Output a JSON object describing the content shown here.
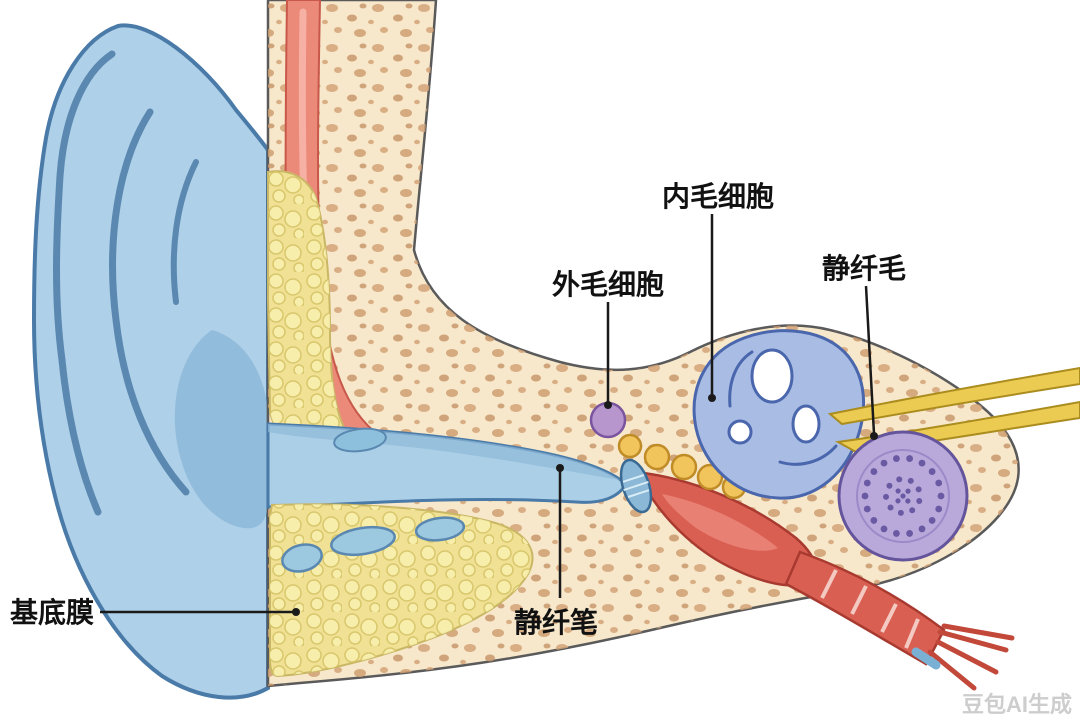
{
  "labels": {
    "inner_hair_cell": "内毛细胞",
    "outer_hair_cell": "外毛细胞",
    "stereocilia": "静纤毛",
    "basilar_membrane": "基底膜",
    "stereocilia_alt": "静纤笔"
  },
  "watermark": "豆包AI生成",
  "palette": {
    "skin_bone": "#F7E8CB",
    "bone_speckle": "#D4A478",
    "ear_blue": "#AED0E8",
    "outline_blue": "#4A7AA8",
    "muscle_red": "#EC8A7A",
    "deep_red": "#D95F52",
    "fat_yellow": "#F0E194",
    "vestibule_blue": "#A8BCE4",
    "cochlea_purple": "#B9A9DA",
    "nerve_yellow": "#ECCB52",
    "ossicle_yellow": "#F2C45C",
    "hair_cell_purple": "#B795CD",
    "label_black": "#1A1A1A"
  }
}
